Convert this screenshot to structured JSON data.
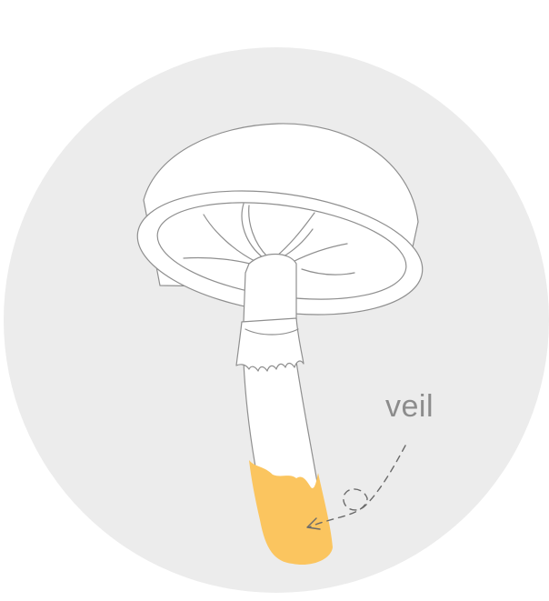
{
  "annotation": {
    "label": "veil"
  },
  "colors": {
    "background_circle": "#ececec",
    "outline": "#8f8f8f",
    "fill": "#ffffff",
    "veil": "#fbc55f",
    "arrow": "#6a6a6a",
    "label": "#8c8c8c"
  },
  "icons": [
    "mushroom-illustration",
    "dashed-arrow"
  ]
}
